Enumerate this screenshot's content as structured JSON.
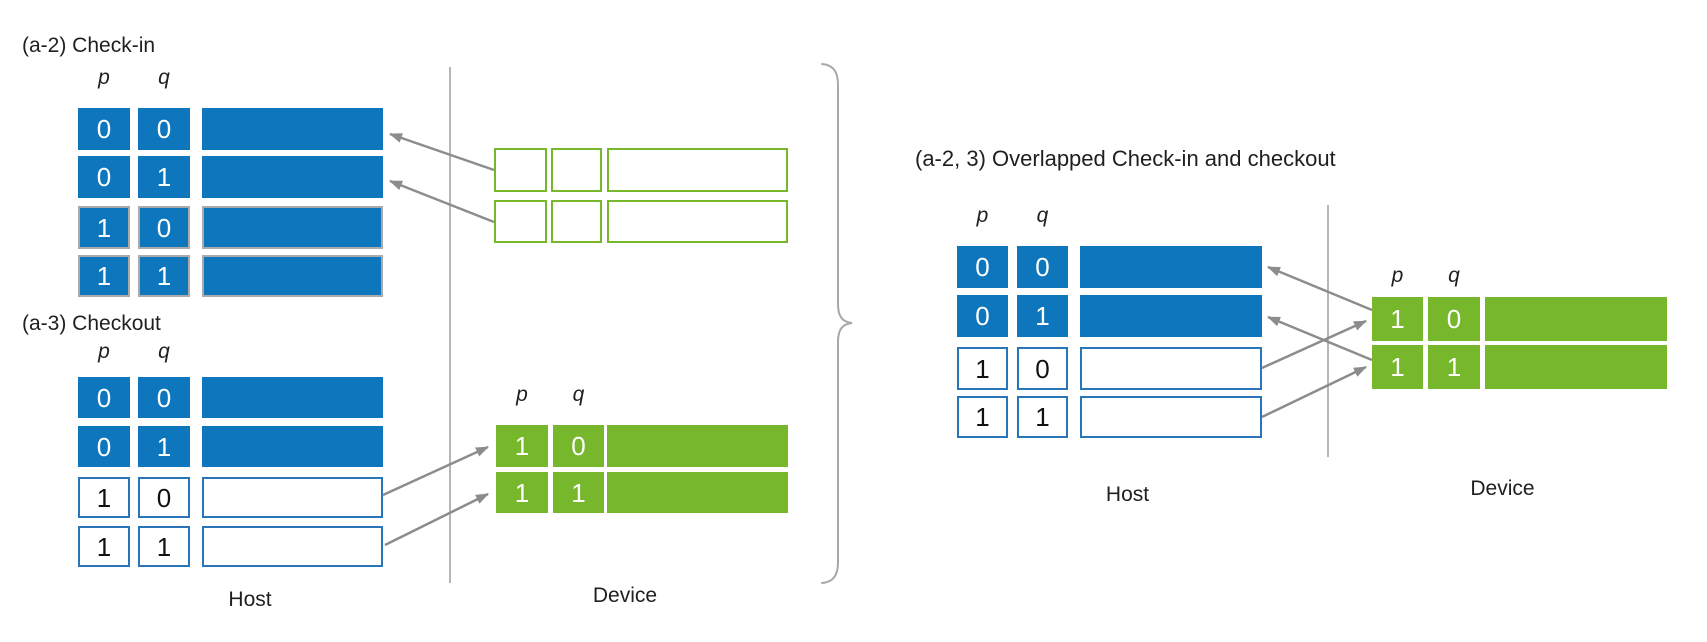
{
  "colors": {
    "blue": "#0E76BC",
    "blue_border": "#2876B8",
    "green": "#77B72C",
    "gray": "#8C8C8C",
    "gray_border": "#ABABAB"
  },
  "left": {
    "checkin": {
      "title": "(a-2) Check-in",
      "col_p": "p",
      "col_q": "q",
      "rows": [
        {
          "p": "0",
          "q": "0"
        },
        {
          "p": "0",
          "q": "1"
        },
        {
          "p": "1",
          "q": "0"
        },
        {
          "p": "1",
          "q": "1"
        }
      ]
    },
    "checkout": {
      "title": "(a-3) Checkout",
      "col_p": "p",
      "col_q": "q",
      "rows": [
        {
          "p": "0",
          "q": "0"
        },
        {
          "p": "0",
          "q": "1"
        },
        {
          "p": "1",
          "q": "0"
        },
        {
          "p": "1",
          "q": "1"
        }
      ]
    },
    "device_table": {
      "col_p": "p",
      "col_q": "q",
      "rows": [
        {
          "p": "1",
          "q": "0"
        },
        {
          "p": "1",
          "q": "1"
        }
      ]
    },
    "host_label": "Host",
    "device_label": "Device"
  },
  "right": {
    "title": "(a-2, 3) Overlapped Check-in and checkout",
    "host_table": {
      "col_p": "p",
      "col_q": "q",
      "rows": [
        {
          "p": "0",
          "q": "0"
        },
        {
          "p": "0",
          "q": "1"
        },
        {
          "p": "1",
          "q": "0"
        },
        {
          "p": "1",
          "q": "1"
        }
      ]
    },
    "device_table": {
      "col_p": "p",
      "col_q": "q",
      "rows": [
        {
          "p": "1",
          "q": "0"
        },
        {
          "p": "1",
          "q": "1"
        }
      ]
    },
    "host_label": "Host",
    "device_label": "Device"
  }
}
